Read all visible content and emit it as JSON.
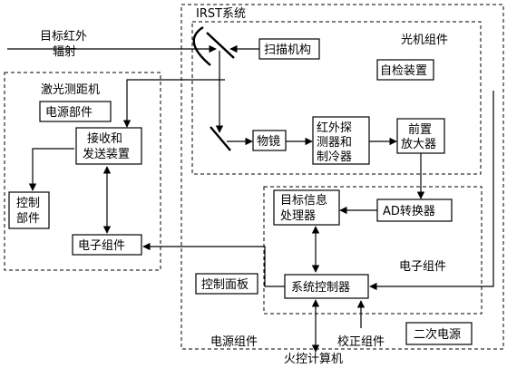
{
  "title_irst": "IRST系统",
  "source_label": [
    "目标红外",
    "辐射"
  ],
  "regions": {
    "laser": "激光测距机",
    "power_unit": "电源部件",
    "optomech": "光机组件",
    "electronic": "电子组件",
    "control_panel": "控制面板",
    "power_group": "电源组件",
    "secondary_power": "二次电源",
    "calibration": "校正组件",
    "fire_computer": "火控计算机"
  },
  "boxes": {
    "scanner": "扫描机构",
    "self_test": "自检装置",
    "objective": "物镜",
    "ir_detector": [
      "红外探",
      "测器和",
      "制冷器"
    ],
    "preamp": [
      "前置",
      "放大器"
    ],
    "adc": "AD转换器",
    "target_processor": [
      "目标信息",
      "处理器"
    ],
    "system_controller": "系统控制器",
    "transceiver": [
      "接收和",
      "发送装置"
    ],
    "control_unit": [
      "控制",
      "部件"
    ],
    "electronics": "电子组件"
  },
  "colors": {
    "line": "#000000",
    "background": "#ffffff"
  }
}
